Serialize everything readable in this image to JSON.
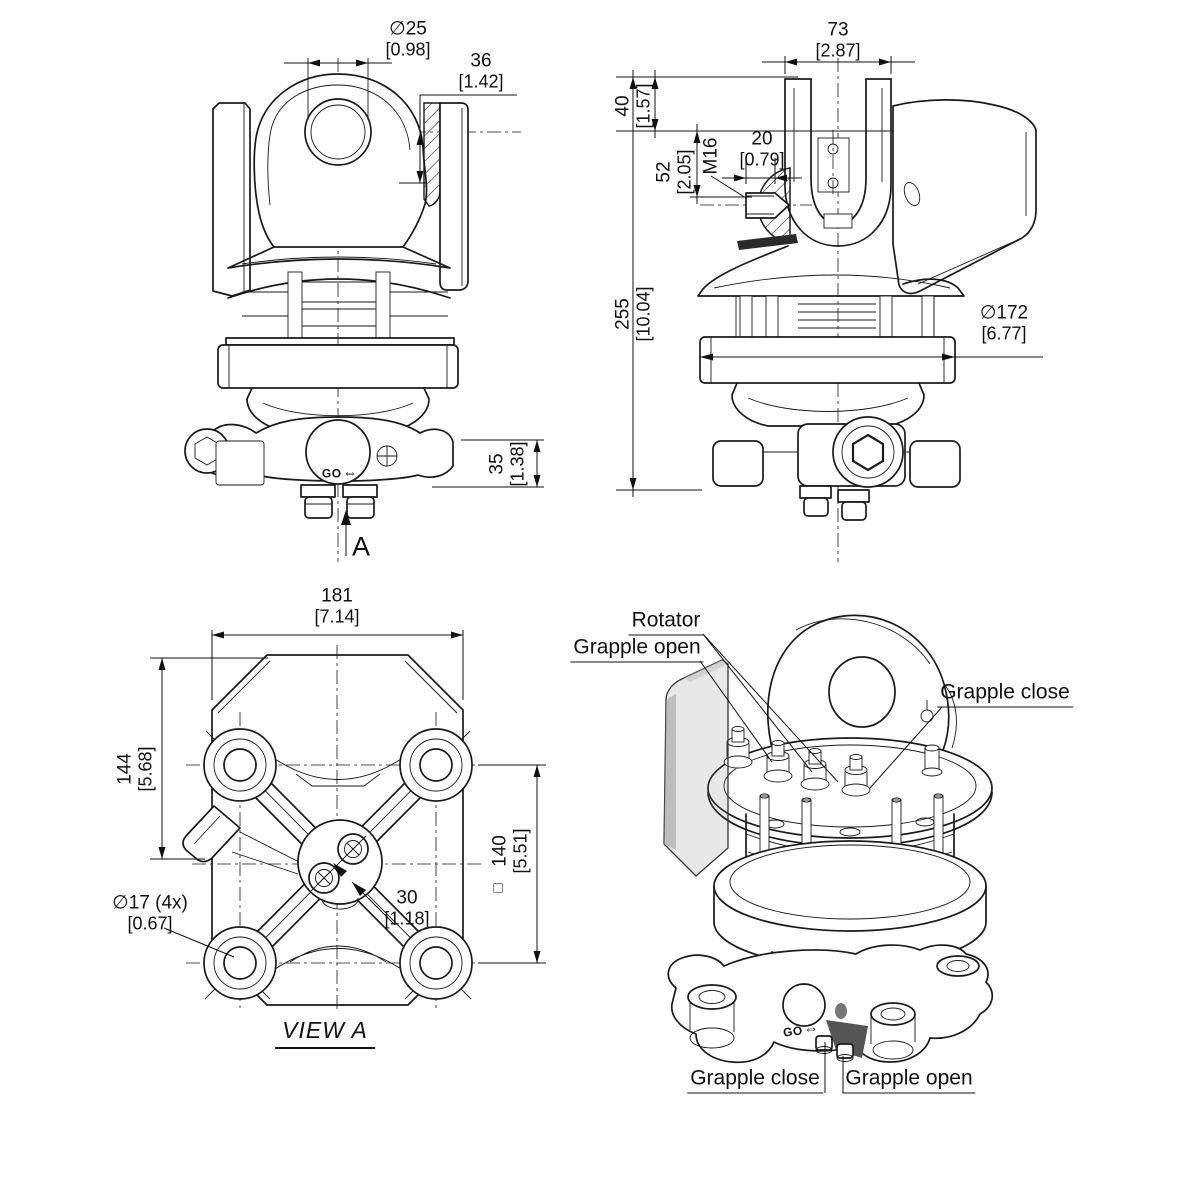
{
  "front_view": {
    "dims": {
      "pin_diameter": {
        "value": "∅25",
        "inch": "[0.98]"
      },
      "bracket_offset": {
        "value": "36",
        "inch": "[1.42]"
      },
      "manifold_height": {
        "value": "35",
        "inch": "[1.38]"
      }
    },
    "view_arrow_label": "A",
    "marking": {
      "text": "GO",
      "arrow": "⇔"
    }
  },
  "side_view": {
    "dims": {
      "clevis_width": {
        "value": "73",
        "inch": "[2.87]"
      },
      "top_height": {
        "value": "40",
        "inch": "[1.57]"
      },
      "boss_height": {
        "value": "52",
        "inch": "[2.05]"
      },
      "thread": "M16",
      "thread_depth": {
        "value": "20",
        "inch": "[0.79]"
      },
      "total_height": {
        "value": "255",
        "inch": "[10.04]"
      },
      "flange_diameter": {
        "value": "∅172",
        "inch": "[6.77]"
      }
    }
  },
  "bottom_view": {
    "title": "VIEW A",
    "dims": {
      "plate_width": {
        "value": "181",
        "inch": "[7.14]"
      },
      "plate_height": {
        "value": "144",
        "inch": "[5.68]"
      },
      "hole_diameter": {
        "value": "∅17 (4x)",
        "inch": "[0.67]"
      },
      "bolt_spacing": {
        "value": "30",
        "inch": "[1.18]"
      },
      "bolt_square": {
        "value": "140",
        "inch": "[5.51]",
        "symbol": "□"
      }
    }
  },
  "iso_view": {
    "labels": {
      "rotator": "Rotator",
      "grapple_open_top": "Grapple open",
      "grapple_close_top": "Grapple close",
      "grapple_close_bottom": "Grapple close",
      "grapple_open_bottom": "Grapple open"
    },
    "marking": {
      "text": "GO",
      "arrow": "⇔"
    }
  }
}
